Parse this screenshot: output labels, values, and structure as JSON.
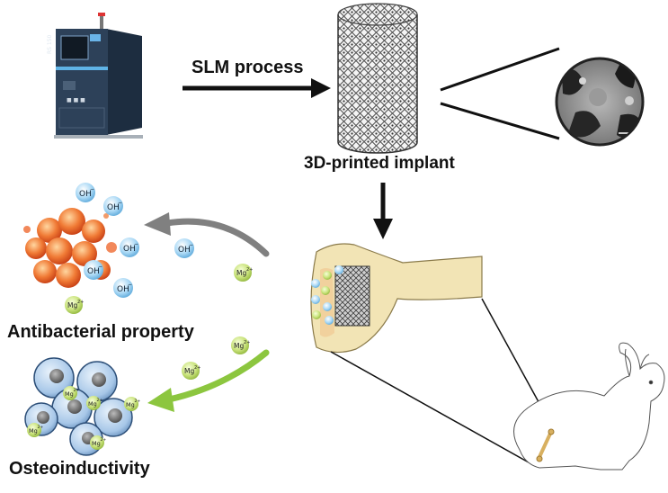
{
  "labels": {
    "slm_process": "SLM process",
    "printed_implant": "3D-printed implant",
    "antibacterial": "Antibacterial property",
    "osteoinductivity": "Osteoinductivity"
  },
  "ions": {
    "hydroxide": "OH",
    "hydroxide_charge": "−",
    "magnesium": "Mg",
    "magnesium_charge": "2+"
  },
  "printer_text": {
    "side": "RS 150",
    "brand": "■ ■ ■"
  },
  "colors": {
    "arrow_dark": "#111111",
    "arrow_gray": "#808080",
    "arrow_green": "#8cc63f",
    "bone": "#f2e4b5",
    "hydroxide_ion": "#9fd3f2",
    "magnesium_ion": "#c9e27a",
    "bacteria": "#e8622a",
    "cells": "#a7c7e8"
  }
}
